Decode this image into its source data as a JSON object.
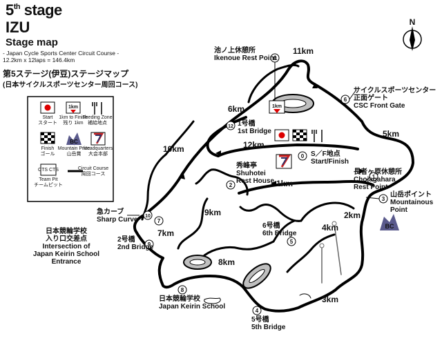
{
  "header": {
    "stage_num": "5",
    "stage_suffix": "th",
    "stage_word": "stage",
    "location": "IZU",
    "map_title": "Stage map",
    "subtitle_1": "- Japan Cycle Sports Center Circuit Course -",
    "subtitle_2": "12.2km x 12laps = 146.4km",
    "jp_title": "第5ステージ(伊豆)ステージマップ",
    "jp_subtitle": "(日本サイクルスポーツセンター周回コース)"
  },
  "legend": {
    "start": "Start\nスタート",
    "km_marker": "1km",
    "to_finish": "1km to Finish\n残り 1km",
    "feeding": "Feeding Zone\n補給地点",
    "finish": "Finish\nゴール",
    "bc": "BC",
    "mountain_prize": "Mountain Prize\n山岳賞",
    "headquarters": "Headquarters\n大会本部",
    "cts": "CTS CTS",
    "team_pit": "Team Pit\nチームピット",
    "circuit_course": "Circuit Course\n周回コース"
  },
  "km_markers": [
    "11km",
    "6km",
    "1km",
    "5km",
    "12km",
    "10km",
    "1km",
    "9km",
    "2km",
    "4km",
    "7km",
    "8km",
    "3km"
  ],
  "points": [
    {
      "num": "0",
      "lines": [
        "S／F地点",
        "Start/Finish"
      ]
    },
    {
      "num": "1",
      "lines": [
        "長者ヶ原休憩所",
        "Chojagahara",
        "Rest Point"
      ]
    },
    {
      "num": "2",
      "lines": [
        "秀峰亭",
        "Shuhotei",
        "Rest House"
      ]
    },
    {
      "num": "3",
      "lines": [
        "山岳ポイント",
        "Mountainous",
        "Point"
      ]
    },
    {
      "num": "4",
      "lines": [
        "5号橋",
        "5th Bridge"
      ]
    },
    {
      "num": "5",
      "lines": [
        "6号橋",
        "6th Bridge"
      ]
    },
    {
      "num": "6",
      "lines": [
        "サイクルスポーツセンター",
        "正面ゲート",
        "CSC Front Gate"
      ]
    },
    {
      "num": "7",
      "lines": []
    },
    {
      "num": "8",
      "lines": [
        "日本競輪学校",
        "Japan Keirin School"
      ]
    },
    {
      "num": "9",
      "lines": [
        "2号橋",
        "2nd Bridge"
      ]
    },
    {
      "num": "10",
      "lines": [
        "急カーブ",
        "Sharp Curve"
      ]
    },
    {
      "num": "11",
      "lines": [
        "池ノ上休憩所",
        "Ikenoue Rest Point"
      ]
    },
    {
      "num": "12",
      "lines": [
        "1号橋",
        "1st Bridge"
      ]
    }
  ],
  "intersection_lines": [
    "日本競輪学校",
    "入り口交差点",
    "Intersection of",
    "Japan Keirin School",
    "Entrance"
  ],
  "compass": "N",
  "colors": {
    "course": "#000000",
    "bc_badge": "#5a5a8c",
    "feed": "#444444"
  }
}
